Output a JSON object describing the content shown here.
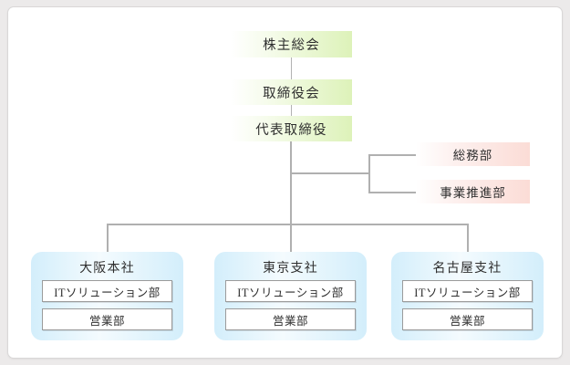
{
  "chart_type": "org-chart",
  "top_nodes": [
    {
      "label": "株主総会"
    },
    {
      "label": "取締役会"
    },
    {
      "label": "代表取締役"
    }
  ],
  "staff_nodes": [
    {
      "label": "総務部"
    },
    {
      "label": "事業推進部"
    }
  ],
  "offices": [
    {
      "title": "大阪本社",
      "departments": [
        {
          "label": "ITソリューション部"
        },
        {
          "label": "営業部"
        }
      ]
    },
    {
      "title": "東京支社",
      "departments": [
        {
          "label": "ITソリューション部"
        },
        {
          "label": "営業部"
        }
      ]
    },
    {
      "title": "名古屋支社",
      "departments": [
        {
          "label": "ITソリューション部"
        },
        {
          "label": "営業部"
        }
      ]
    }
  ],
  "colors": {
    "top_node_accent": "#ddf2b9",
    "staff_node_accent": "#fbdcd6",
    "office_group_accent": "#d3eefb",
    "connector": "#b2b2b2",
    "page_background": "#eceaea",
    "card_background": "#ffffff",
    "text": "#2e2e2e"
  }
}
